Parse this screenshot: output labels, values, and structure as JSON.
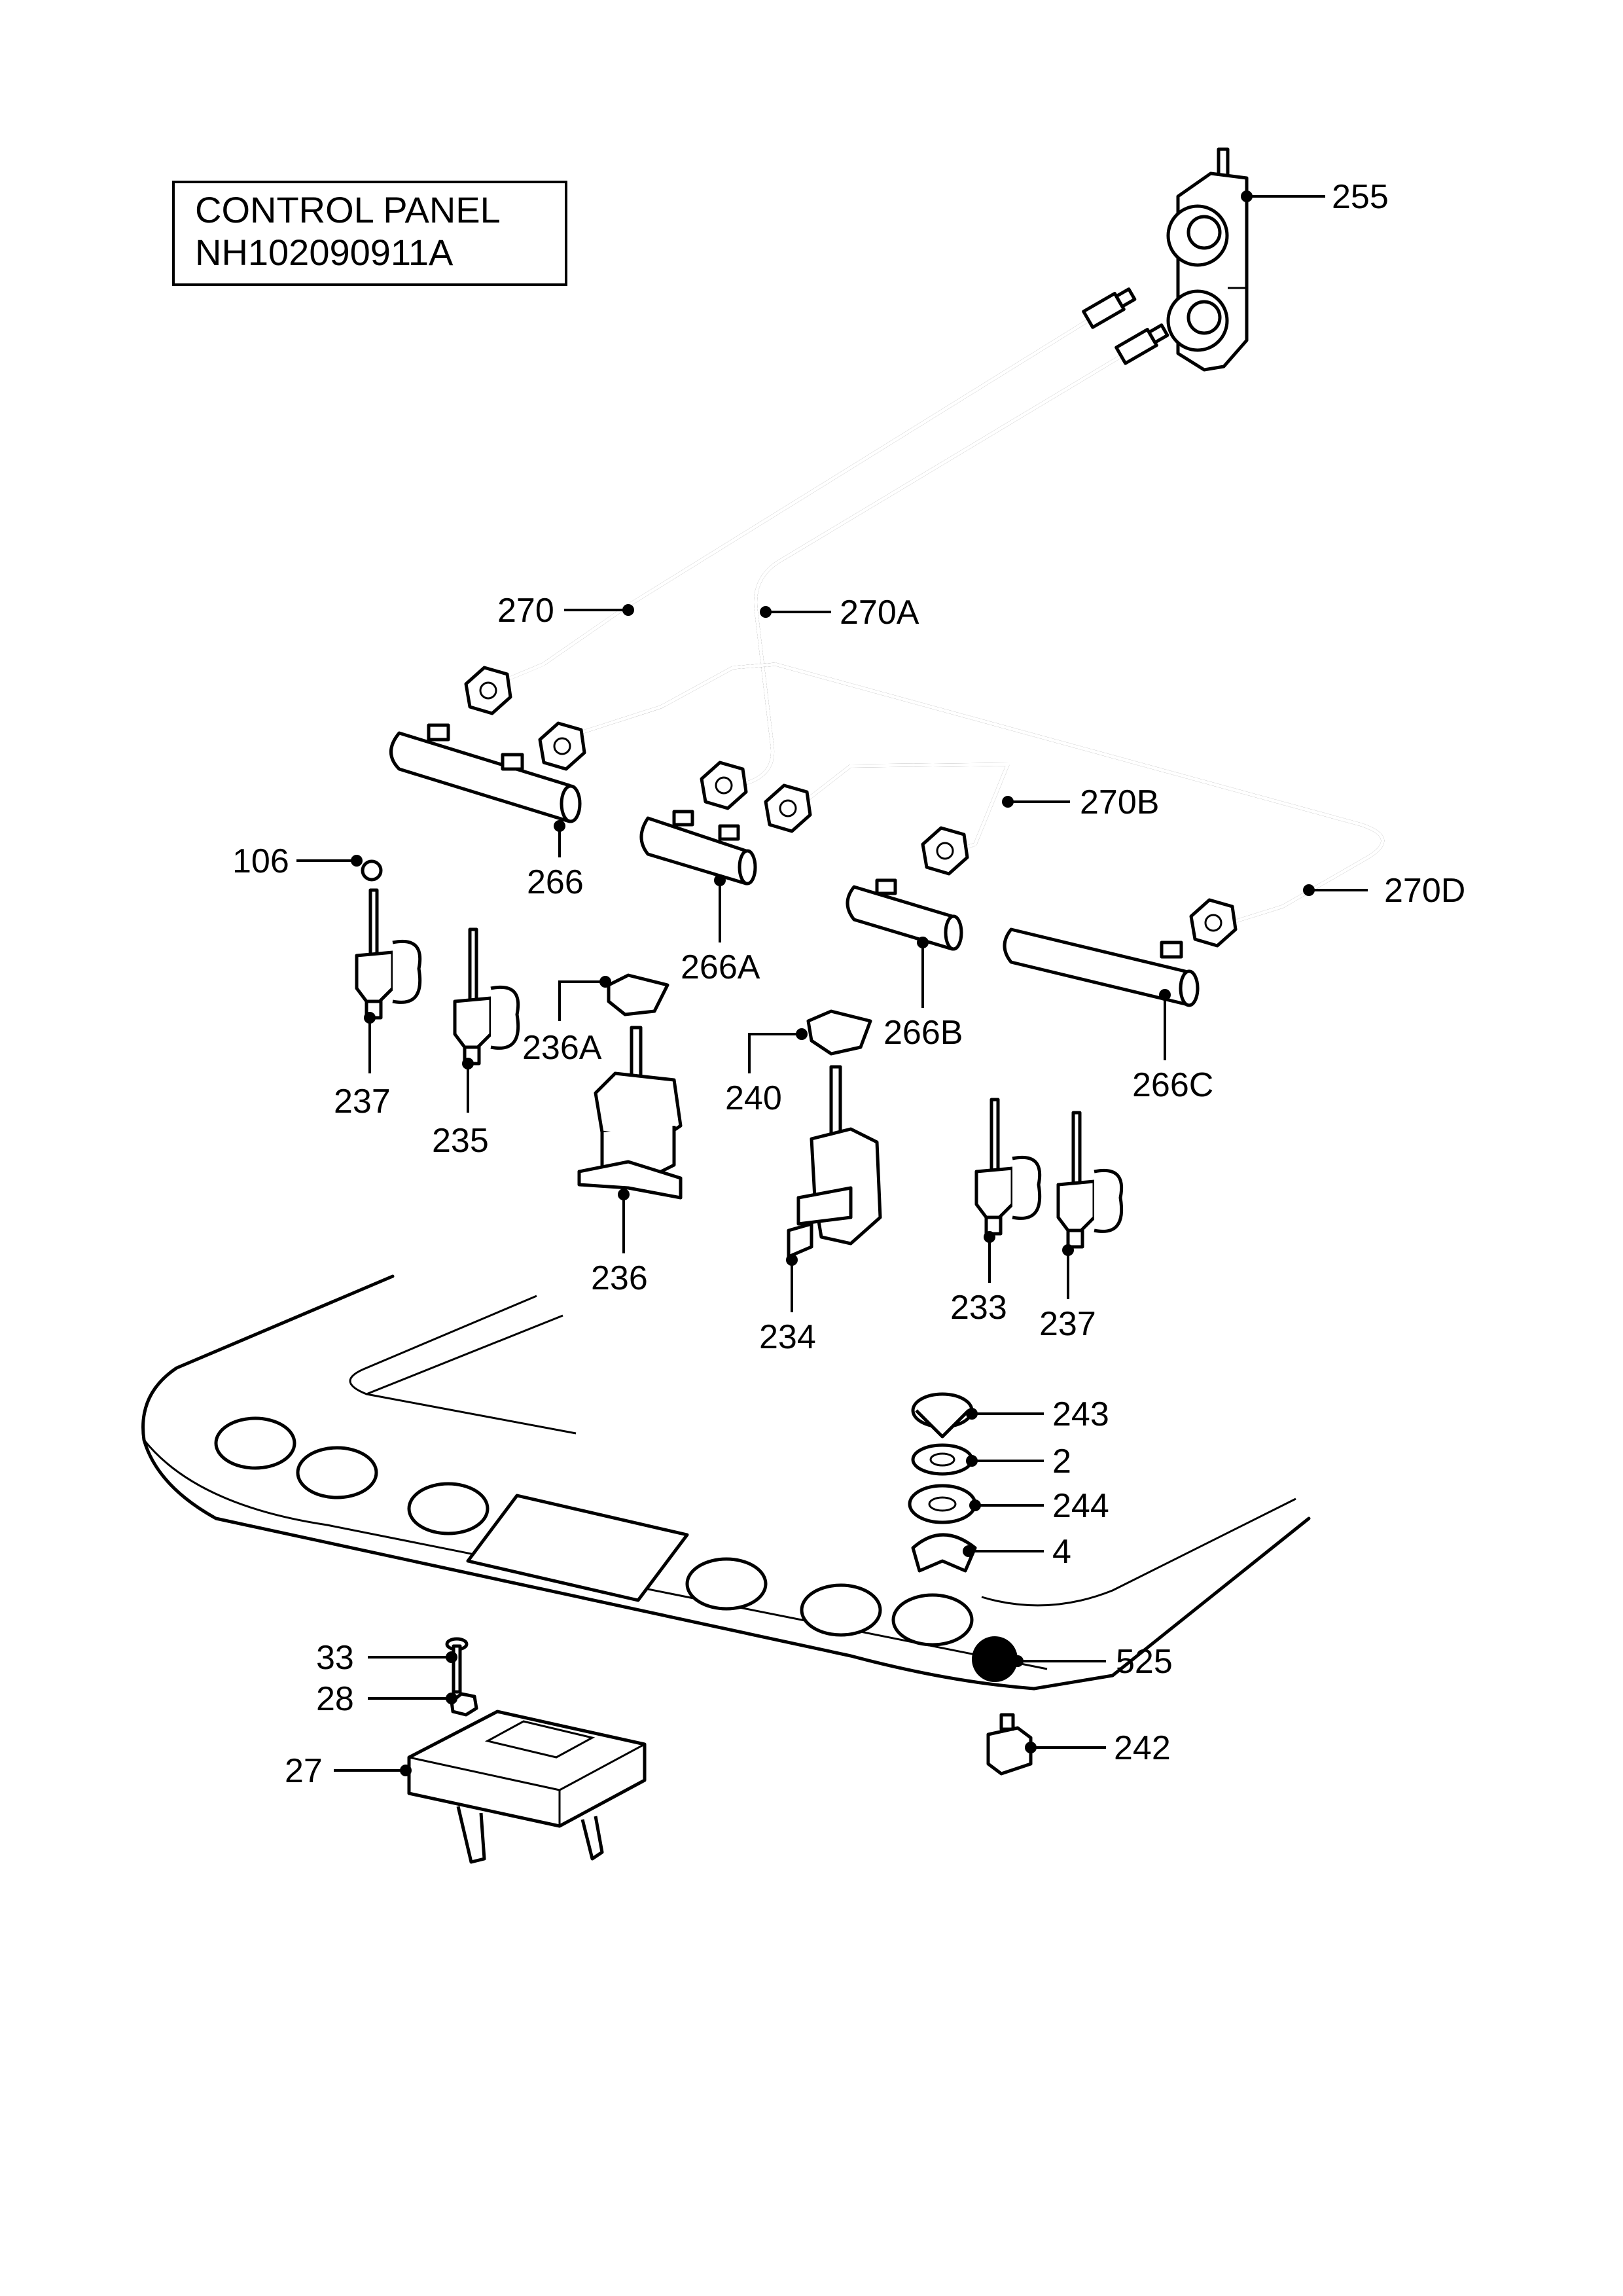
{
  "title_box": {
    "line1": "CONTROL PANEL",
    "line2": "NH102090911A"
  },
  "callouts": {
    "c255": "255",
    "c270": "270",
    "c270A": "270A",
    "c270B": "270B",
    "c270D": "270D",
    "c266": "266",
    "c266A": "266A",
    "c266B": "266B",
    "c266C": "266C",
    "c106": "106",
    "c237a": "237",
    "c235": "235",
    "c236A": "236A",
    "c236": "236",
    "c240": "240",
    "c234": "234",
    "c233": "233",
    "c237b": "237",
    "c243": "243",
    "c2": "2",
    "c244": "244",
    "c4": "4",
    "c525": "525",
    "c33": "33",
    "c28": "28",
    "c27": "27",
    "c242": "242"
  }
}
